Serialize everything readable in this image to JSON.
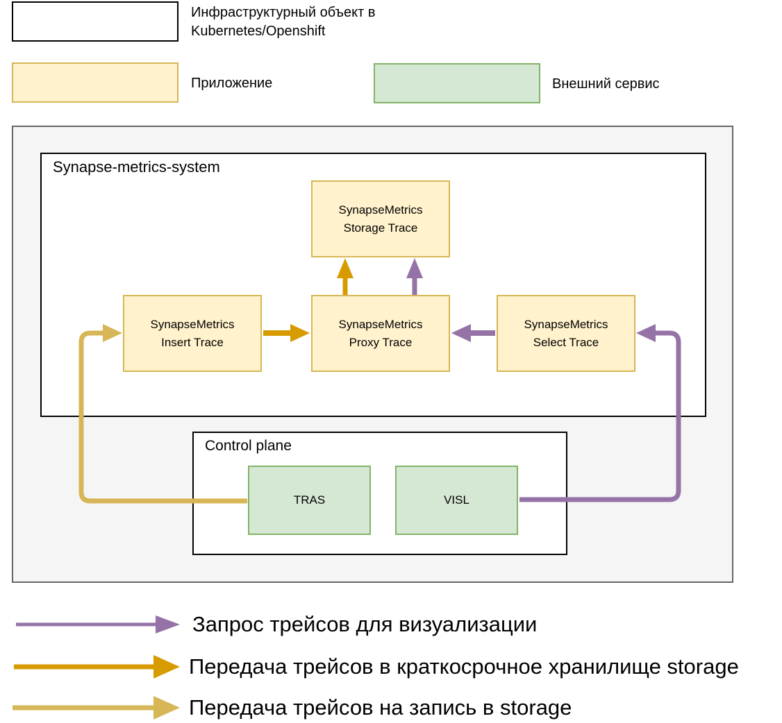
{
  "colors": {
    "infra_fill": "#FFFFFF",
    "infra_stroke": "#000000",
    "app_fill": "#FFF2CC",
    "app_stroke": "#D6B656",
    "ext_fill": "#D5E8D4",
    "ext_stroke": "#82B366",
    "panel_fill": "#F5F5F5",
    "panel_stroke": "#666666",
    "arrow_purple": "#9673A6",
    "arrow_gold": "#D79B00",
    "arrow_lightgold": "#D6B656"
  },
  "legend_top": {
    "infra_label": "Инфраструктурный объект в\nKubernetes/Openshift",
    "app_label": "Приложение",
    "ext_label": "Внешний сервис"
  },
  "diagram": {
    "system_title": "Synapse-metrics-system",
    "control_title": "Control plane",
    "nodes": {
      "storage": "SynapseMetrics\nStorage Trace",
      "insert": "SynapseMetrics\nInsert Trace",
      "proxy": "SynapseMetrics\nProxy Trace",
      "select": "SynapseMetrics\nSelect Trace",
      "tras": "TRAS",
      "visl": "VISL"
    },
    "edges": [
      {
        "name": "arrow-tras-to-insert",
        "color_key": "arrow_lightgold",
        "from": "tras",
        "to": "insert"
      },
      {
        "name": "arrow-insert-to-proxy",
        "color_key": "arrow_gold",
        "from": "insert",
        "to": "proxy"
      },
      {
        "name": "arrow-proxy-to-storage-gold",
        "color_key": "arrow_gold",
        "from": "proxy",
        "to": "storage"
      },
      {
        "name": "arrow-proxy-to-storage-purple",
        "color_key": "arrow_purple",
        "from": "proxy",
        "to": "storage"
      },
      {
        "name": "arrow-select-to-proxy",
        "color_key": "arrow_purple",
        "from": "select",
        "to": "proxy"
      },
      {
        "name": "arrow-visl-to-select",
        "color_key": "arrow_purple",
        "from": "visl",
        "to": "select"
      }
    ]
  },
  "legend_bottom": {
    "purple_label": "Запрос трейсов для визуализации",
    "gold_label": "Передача трейсов в краткосрочное хранилище storage",
    "lightgold_label": "Передача трейсов на запись в storage"
  }
}
